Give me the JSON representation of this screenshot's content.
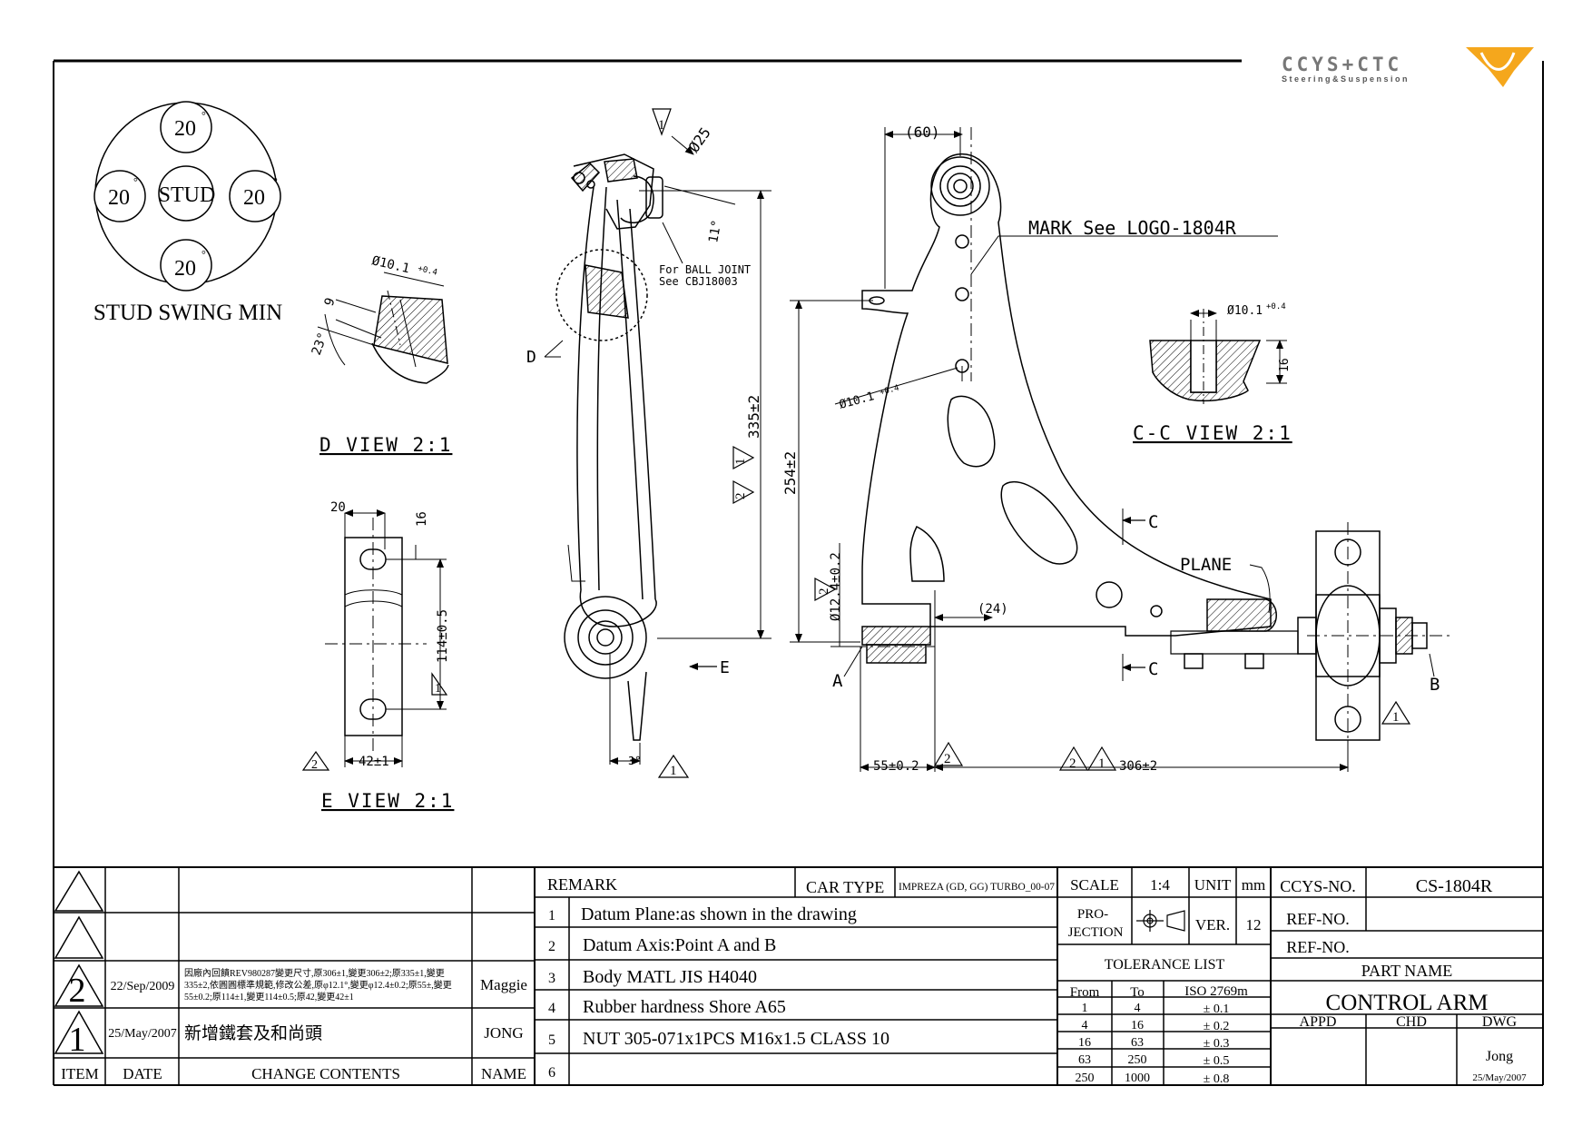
{
  "logo": {
    "brand": "CCYS+CTC",
    "tagline": "Steering&Suspension"
  },
  "stud_swing": {
    "center_label": "STUD",
    "angles": [
      "20",
      "20",
      "20",
      "20"
    ],
    "degree_mark": "°",
    "caption": "STUD SWING MIN"
  },
  "d_view": {
    "title": "D VIEW 2:1",
    "hole_dim": "Ø10.1",
    "hole_tol": "+0.4",
    "depth_dim": "9",
    "angle_dim": "23°"
  },
  "e_view": {
    "title": "E VIEW 2:1",
    "dim_width": "20",
    "dim_offset": "16",
    "dim_length": "114±0.5",
    "dim_bottom": "42±1",
    "rev_length": "1",
    "rev_bottom": "2"
  },
  "side_view": {
    "ball_dia": "Ø25",
    "angle": "11°",
    "note_line1": "For BALL JOINT",
    "note_line2": "See CBJ18003",
    "detail_label": "D",
    "arrow_e": "E",
    "dim_height": "335±2",
    "angle_bottom": "3°",
    "rev_height_a": "2",
    "rev_height_b": "1",
    "rev_angle": "1"
  },
  "main_view": {
    "dim_top": "(60)",
    "mark_note": "MARK See LOGO-1804R",
    "hole_dim": "Ø10.1",
    "hole_tol": "+0.4",
    "dim_254": "254±2",
    "dim_bush": "Ø12.4±0.2",
    "rev_bush": "2",
    "dim_24": "(24)",
    "section_c": "C",
    "plane_label": "PLANE",
    "point_a": "A",
    "point_b": "B",
    "dim_55": "55±0.2",
    "rev_55": "2",
    "dim_306": "306±2",
    "rev_306a": "2",
    "rev_306b": "1",
    "rev_b": "1"
  },
  "cc_view": {
    "title": "C-C VIEW 2:1",
    "hole_dim": "Ø10.1",
    "hole_tol": "+0.4",
    "depth_dim": "16"
  },
  "title_block": {
    "revisions": [
      {
        "item": "",
        "date": "",
        "change": "",
        "name": ""
      },
      {
        "item": "",
        "date": "",
        "change": "",
        "name": ""
      },
      {
        "item": "2",
        "date": "22/Sep/2009",
        "change_lines": [
          "因廠內回饋REV980287變更尺寸,原306±1,變更306±2;原335±1,變更",
          "335±2,依圓圓標準規範,修改公差,原φ12.1°,變更φ12.4±0.2;原55±,變更",
          "55±0.2;原114±1,變更114±0.5;原42,變更42±1"
        ],
        "name": "Maggie"
      },
      {
        "item": "1",
        "date": "25/May/2007",
        "change": "新增鐵套及和尚頭",
        "name": "JONG"
      }
    ],
    "headers": {
      "item": "ITEM",
      "date": "DATE",
      "change": "CHANGE CONTENTS",
      "name": "NAME"
    },
    "remark_header": "REMARK",
    "car_type_label": "CAR TYPE",
    "car_type": "IMPREZA (GD, GG) TURBO_00-07",
    "remarks": [
      {
        "no": "1",
        "text": "Datum Plane:as shown in the drawing"
      },
      {
        "no": "2",
        "text": "Datum Axis:Point A and B"
      },
      {
        "no": "3",
        "text": "Body MATL JIS H4040"
      },
      {
        "no": "4",
        "text": "Rubber hardness Shore A65"
      },
      {
        "no": "5",
        "text": "NUT 305-071x1PCS M16x1.5 CLASS 10"
      },
      {
        "no": "6",
        "text": ""
      }
    ],
    "scale_label": "SCALE",
    "scale": "1:4",
    "unit_label": "UNIT",
    "unit": "mm",
    "projection_label_1": "PRO-",
    "projection_label_2": "JECTION",
    "ver_label": "VER.",
    "ver": "12",
    "tolerance_title": "TOLERANCE LIST",
    "tolerance_headers": {
      "from": "From",
      "to": "To",
      "std": "ISO 2769m"
    },
    "tolerance_rows": [
      {
        "from": "1",
        "to": "4",
        "tol": "± 0.1"
      },
      {
        "from": "4",
        "to": "16",
        "tol": "± 0.2"
      },
      {
        "from": "16",
        "to": "63",
        "tol": "± 0.3"
      },
      {
        "from": "63",
        "to": "250",
        "tol": "± 0.5"
      },
      {
        "from": "250",
        "to": "1000",
        "tol": "± 0.8"
      }
    ],
    "ccys_label": "CCYS-NO.",
    "ccys_no": "CS-1804R",
    "ref_label": "REF-NO.",
    "ref_no_1": "",
    "ref_no_2": "",
    "part_name_label": "PART NAME",
    "part_name": "CONTROL ARM",
    "appd_label": "APPD",
    "chd_label": "CHD",
    "dwg_label": "DWG",
    "dwg_name": "Jong",
    "dwg_date": "25/May/2007"
  }
}
